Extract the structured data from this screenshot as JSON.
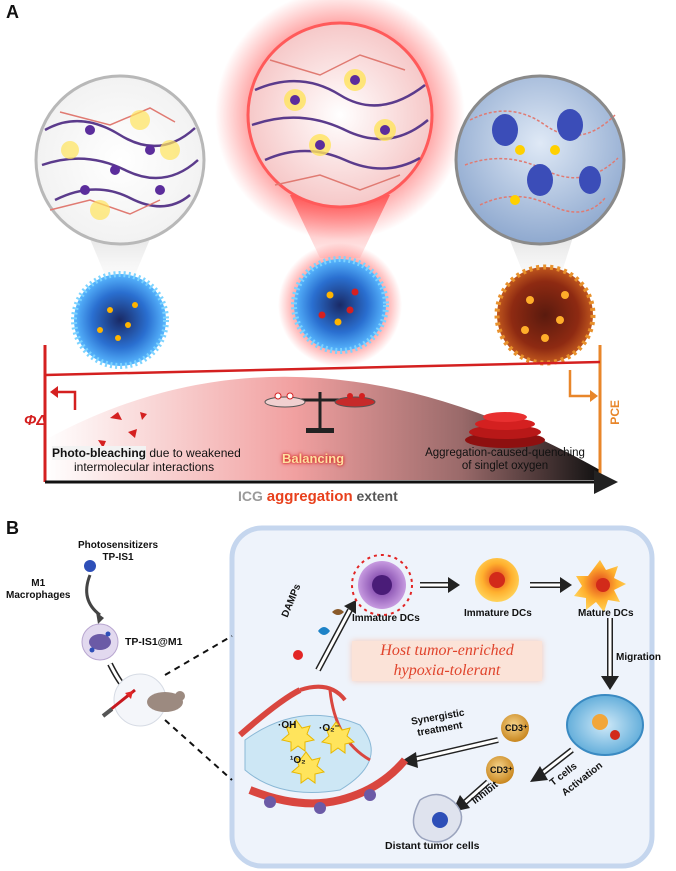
{
  "panel_a": {
    "letter": "A",
    "left_axis_symbol": "ΦΔ",
    "right_axis_label": "PCE",
    "photo_bleaching_bold": "Photo-bleaching",
    "photo_bleaching_rest": "due to weakened",
    "photo_bleaching_line2": "intermolecular interactions",
    "balancing": "Balancing",
    "acq_line1": "Aggregation-caused-quenching",
    "acq_line2": "of singlet oxygen",
    "axis_word_icg": "ICG",
    "axis_word_aggregation": "aggregation",
    "axis_word_extent": "extent",
    "colors": {
      "left_axis": "#d42020",
      "right_axis": "#e8862a",
      "glow": "#ff2a2a",
      "aggregation_text": "#e8401c"
    }
  },
  "panel_b": {
    "letter": "B",
    "photosensitizers_line1": "Photosensitizers",
    "photosensitizers_line2": "TP-IS1",
    "m1_line1": "M1",
    "m1_line2": "Macrophages",
    "tp_is1_m1": "TP-IS1@M1",
    "damps": "DAMPs",
    "immature_dcs_1": "Immature DCs",
    "immature_dcs_2": "Immature DCs",
    "mature_dcs": "Mature DCs",
    "host_line1": "Host tumor-enriched",
    "host_line2": "hypoxia-tolerant",
    "migration": "Migration",
    "synergistic_line1": "Synergistic",
    "synergistic_line2": "treatment",
    "cd3_a": "CD3⁺",
    "cd3_b": "CD3⁺",
    "t_cells": "T cells",
    "activation": "Activation",
    "inhibit": "Inhibit",
    "distant_tumor": "Distant tumor cells",
    "oh": "·OH",
    "o2_radical": "·O₂⁻",
    "singlet_o2": "¹O₂",
    "colors": {
      "panel_bg": "#eef3fb",
      "panel_border": "#c5d6ee",
      "host_text": "#e0442c"
    }
  }
}
